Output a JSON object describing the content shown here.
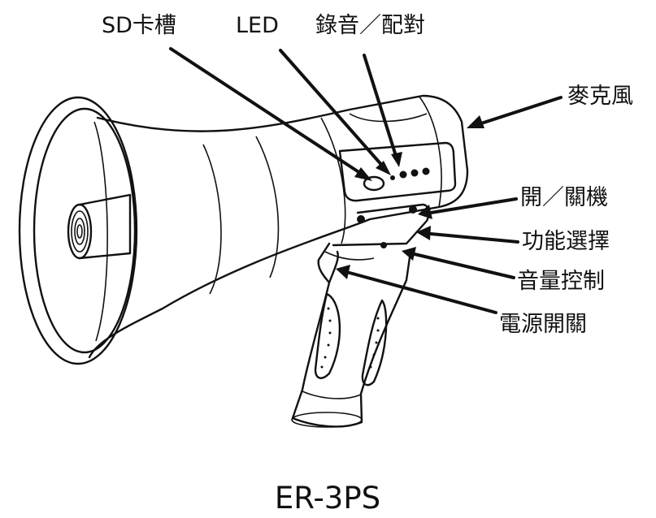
{
  "labels": {
    "sd_slot": "SD卡槽",
    "led": "LED",
    "record_pair": "錄音／配對",
    "microphone": "麥克風",
    "power_on_off": "開／關機",
    "function_select": "功能選擇",
    "volume_control": "音量控制",
    "power_switch": "電源開關"
  },
  "model": "ER-3PS"
}
